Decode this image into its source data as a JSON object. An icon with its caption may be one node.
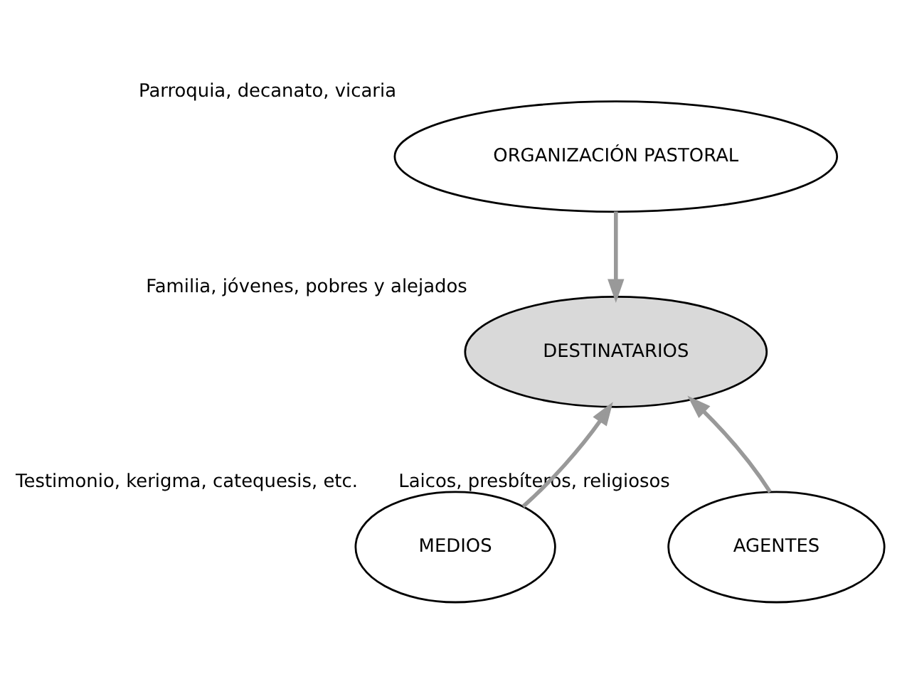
{
  "diagram": {
    "nodes": [
      {
        "text": [
          "ORGANIZACIÓN PASTORAL"
        ],
        "beside": [
          "Parroquia, decanato, vicaria"
        ]
      },
      {
        "text": [
          "DESTINATARIOS"
        ],
        "beside": [
          "Familia, jóvenes, pobres y alejados"
        ]
      },
      {
        "text": [
          "MEDIOS"
        ],
        "beside": [
          "Testimonio, kerigma, catequesis, etc."
        ]
      },
      {
        "text": [
          "AGENTES"
        ],
        "beside": [
          "Laicos, presbíteros, religiosos"
        ]
      }
    ],
    "edges": [
      {
        "from": 0,
        "to": 1,
        "arrow": "to"
      },
      {
        "from": 2,
        "to": 1,
        "arrow": "to"
      },
      {
        "from": 3,
        "to": 1,
        "arrow": "to"
      }
    ]
  }
}
